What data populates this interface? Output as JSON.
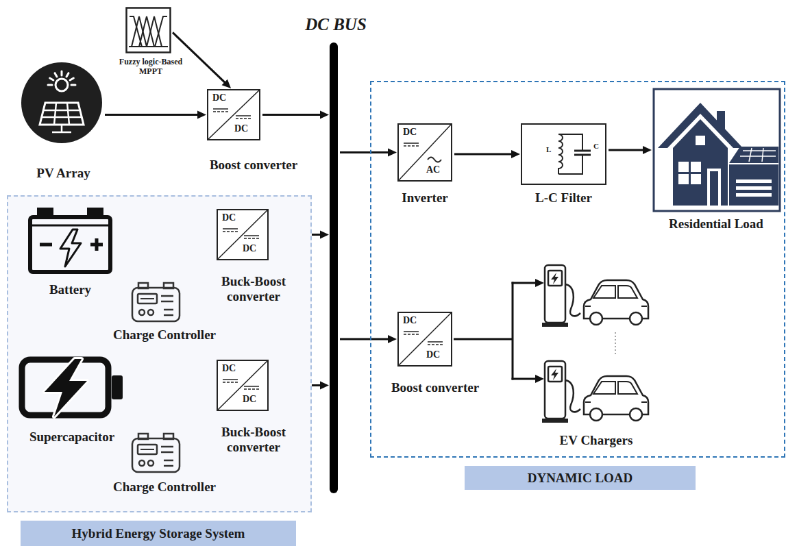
{
  "diagram": {
    "nodes": [
      {
        "text": [
          "PV Array"
        ]
      },
      {
        "text": [
          "Fuzzy logic-Based MPPT"
        ]
      },
      {
        "text": [
          "DC",
          "DC",
          "Boost converter"
        ]
      },
      {
        "text": [
          "DC BUS"
        ]
      },
      {
        "text": [
          "Hybrid Energy Storage System"
        ]
      },
      {
        "text": [
          "Battery"
        ],
        "in": 4
      },
      {
        "text": [
          "DC",
          "DC",
          "Buck-Boost converter"
        ],
        "in": 4
      },
      {
        "text": [
          "Charge Controller"
        ],
        "in": 4
      },
      {
        "text": [
          "Supercapacitor"
        ],
        "in": 4
      },
      {
        "text": [
          "DC",
          "DC",
          "Buck-Boost converter"
        ],
        "in": 4
      },
      {
        "text": [
          "Charge Controller"
        ],
        "in": 4
      },
      {
        "text": [
          "DYNAMIC LOAD"
        ]
      },
      {
        "text": [
          "DC",
          "AC",
          "Inverter"
        ],
        "in": 11
      },
      {
        "text": [
          "L",
          "C",
          "L-C Filter"
        ],
        "in": 11
      },
      {
        "text": [
          "Residential Load"
        ],
        "in": 11
      },
      {
        "text": [
          "DC",
          "DC",
          "Boost converter"
        ],
        "in": 11
      },
      {
        "text": [
          "EV Chargers"
        ],
        "in": 11
      }
    ],
    "edges": [
      {
        "from": 0,
        "to": 2,
        "arrow": "to"
      },
      {
        "from": 1,
        "to": 2,
        "arrow": "to"
      },
      {
        "from": 2,
        "to": 3,
        "arrow": "to"
      },
      {
        "from": 5,
        "to": 6,
        "arrow": "both"
      },
      {
        "from": 7,
        "to": 6,
        "arrow": "to"
      },
      {
        "from": 6,
        "to": 3,
        "arrow": "both"
      },
      {
        "from": 8,
        "to": 9,
        "arrow": "both"
      },
      {
        "from": 10,
        "to": 9,
        "arrow": "to"
      },
      {
        "from": 9,
        "to": 3,
        "arrow": "both"
      },
      {
        "from": 3,
        "to": 12,
        "arrow": "to"
      },
      {
        "from": 12,
        "to": 13,
        "arrow": "to"
      },
      {
        "from": 13,
        "to": 14,
        "arrow": "to"
      },
      {
        "from": 3,
        "to": 15,
        "arrow": "to"
      },
      {
        "from": 15,
        "to": 16,
        "arrow": "to"
      }
    ]
  }
}
